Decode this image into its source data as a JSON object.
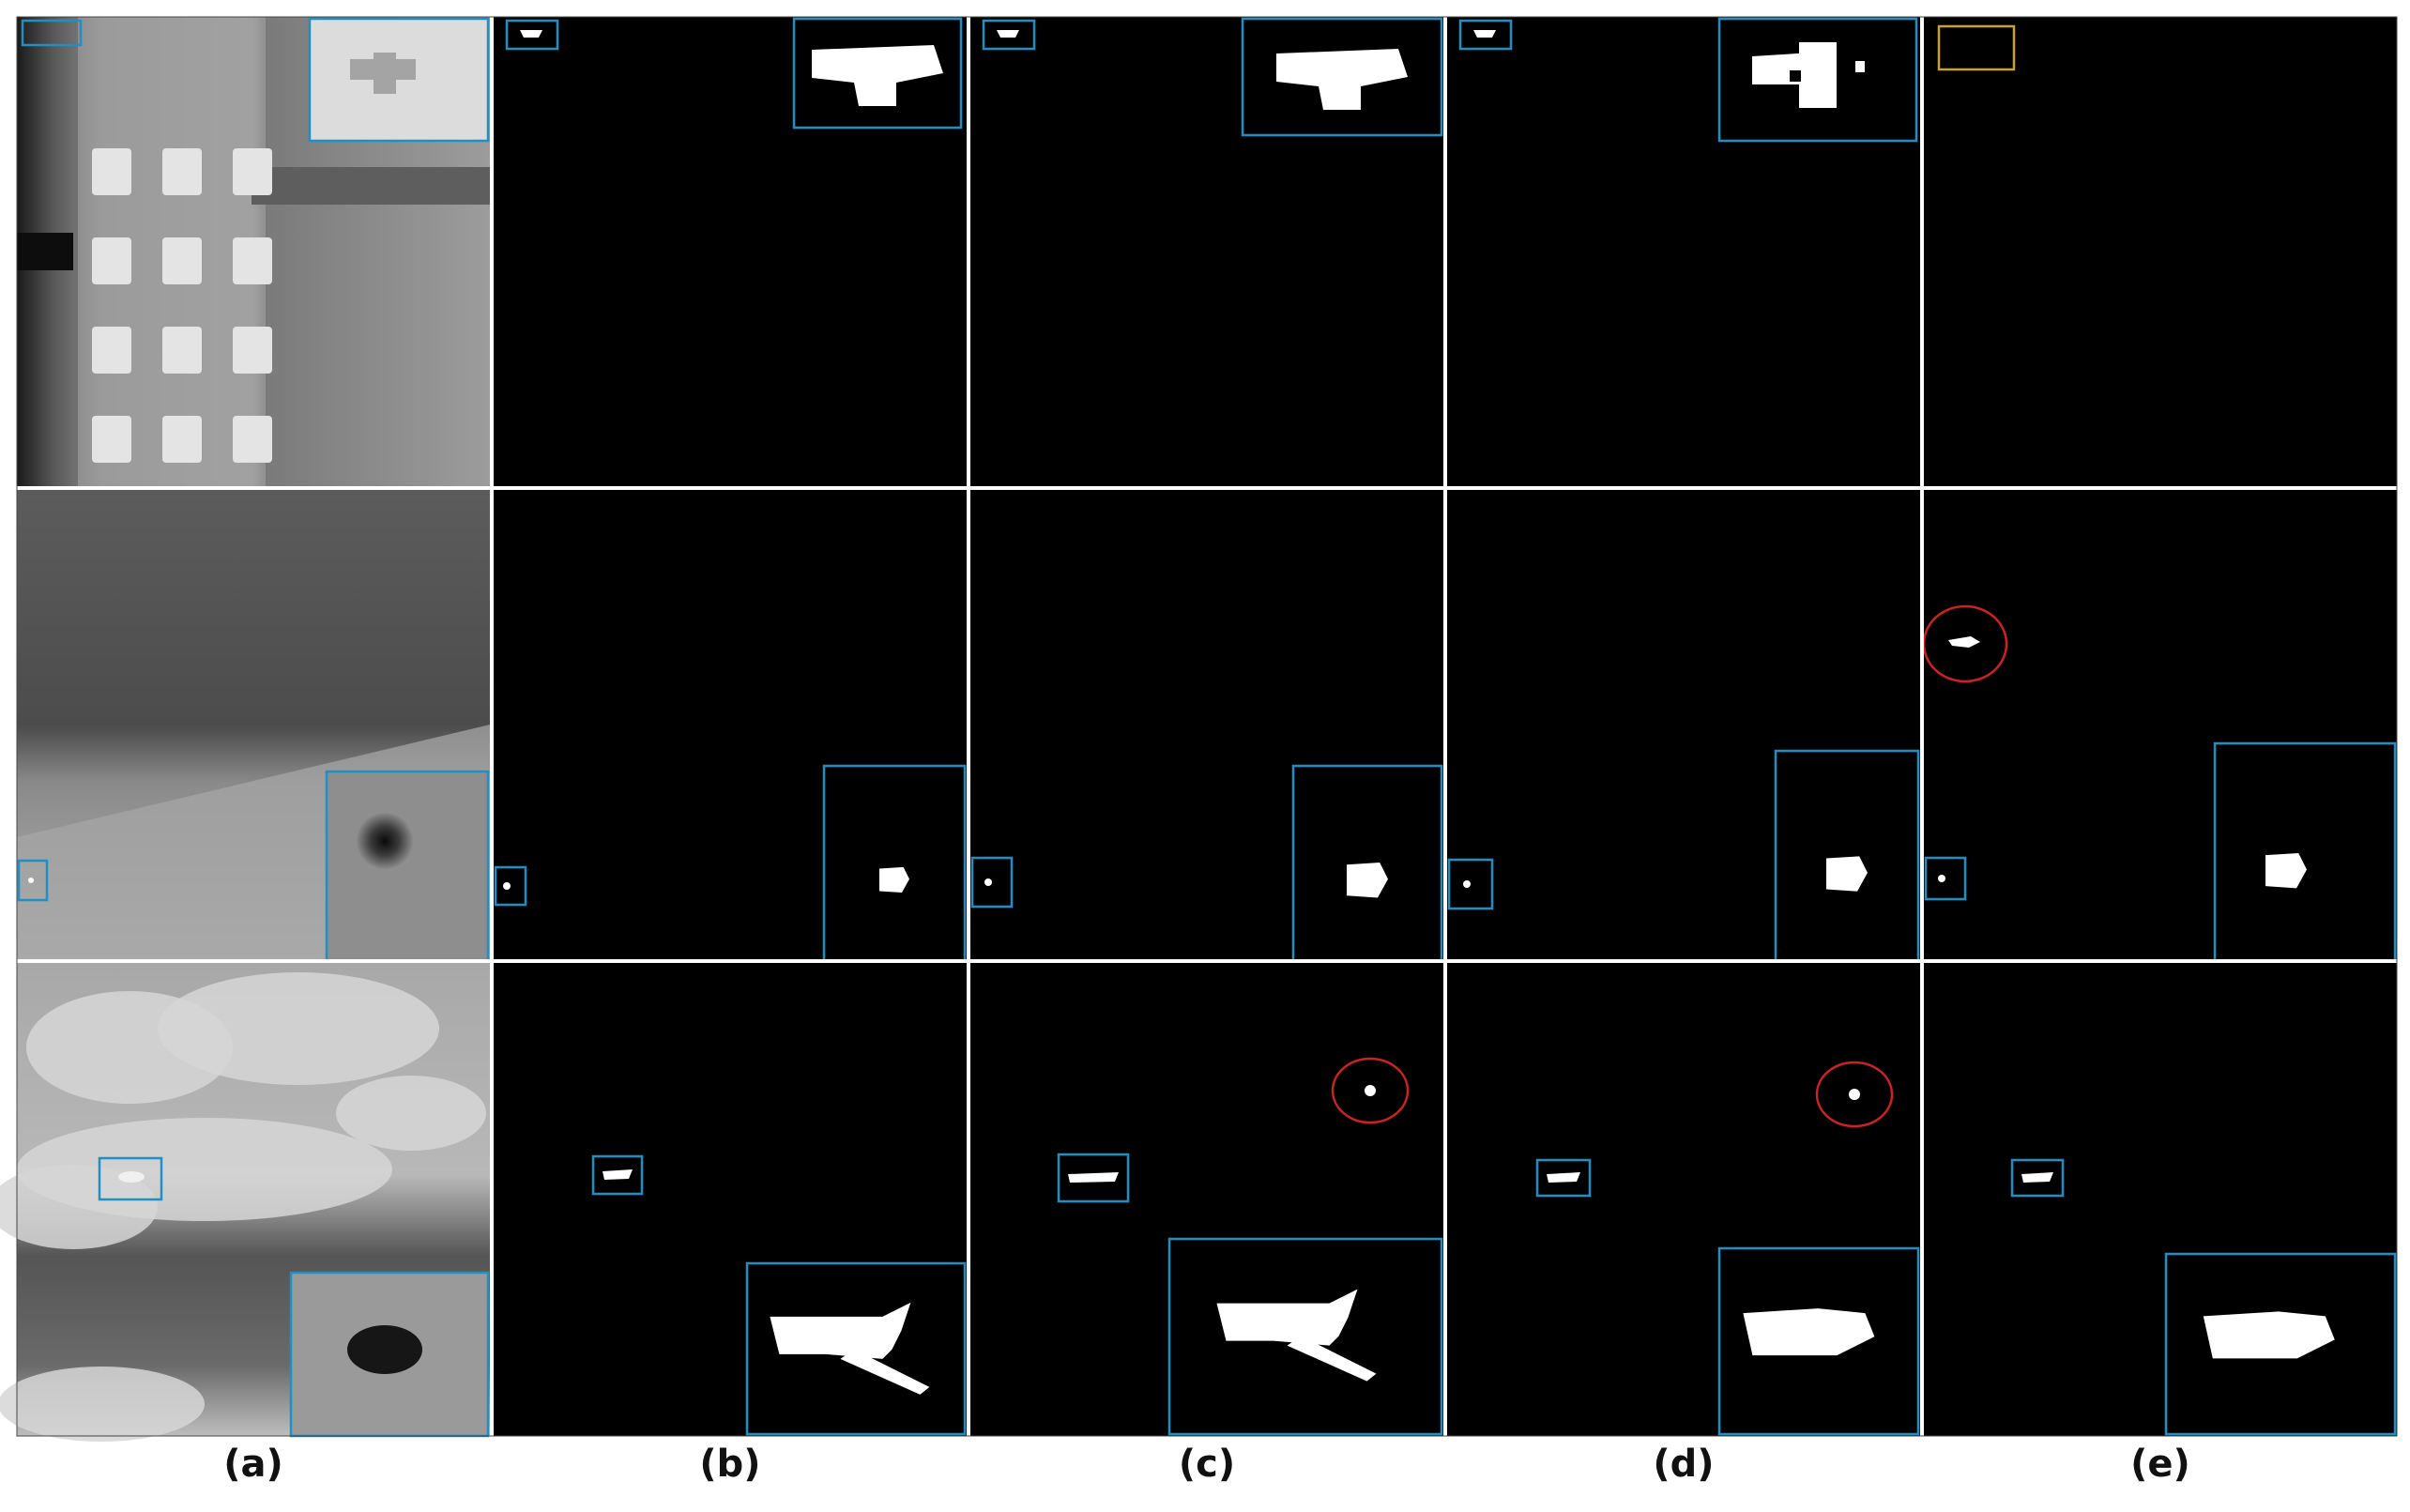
{
  "figure": {
    "columns": [
      {
        "label": "(a)",
        "kind": "input"
      },
      {
        "label": "(b)",
        "kind": "mask"
      },
      {
        "label": "(c)",
        "kind": "mask"
      },
      {
        "label": "(d)",
        "kind": "mask"
      },
      {
        "label": "(e)",
        "kind": "mask"
      }
    ],
    "rows": [
      {
        "scene": "building",
        "a_scene": "infrared-building-scene"
      },
      {
        "scene": "field",
        "a_scene": "infrared-field-scene"
      },
      {
        "scene": "clouds",
        "a_scene": "infrared-cloud-scene"
      }
    ],
    "colors": {
      "box": "#1f8fc4",
      "missed_box": "#c9a227",
      "false_alarm": "#cc2222",
      "target": "#ffffff",
      "background": "#000000",
      "divider": "#ffffff"
    },
    "annotations": {
      "row1": {
        "b": {
          "small_box": true,
          "zoom": true
        },
        "c": {
          "small_box": true,
          "zoom": true
        },
        "d": {
          "small_box": true,
          "zoom": true,
          "fragmented": true
        },
        "e": {
          "missed": true
        }
      },
      "row2": {
        "b": {
          "small_box": true,
          "zoom": true
        },
        "c": {
          "small_box": true,
          "zoom": true
        },
        "d": {
          "small_box": true,
          "zoom": true
        },
        "e": {
          "small_box": true,
          "zoom": true,
          "false_alarm": true
        }
      },
      "row3": {
        "b": {
          "small_box": true,
          "zoom": true
        },
        "c": {
          "small_box": true,
          "zoom": true,
          "false_alarm": true
        },
        "d": {
          "small_box": true,
          "zoom": true,
          "false_alarm": true
        },
        "e": {
          "small_box": true,
          "zoom": true
        }
      }
    }
  }
}
